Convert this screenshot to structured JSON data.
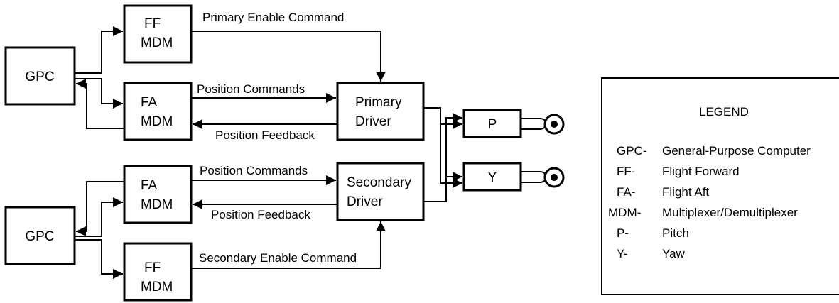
{
  "blocks": {
    "gpc_top": "GPC",
    "gpc_bottom": "GPC",
    "ff_mdm_top": [
      "FF",
      "MDM"
    ],
    "fa_mdm_top": [
      "FA",
      "MDM"
    ],
    "fa_mdm_bottom": [
      "FA",
      "MDM"
    ],
    "ff_mdm_bottom": [
      "FF",
      "MDM"
    ],
    "primary_driver": [
      "Primary",
      "Driver"
    ],
    "secondary_driver": [
      "Secondary",
      "Driver"
    ],
    "actuator_p": "P",
    "actuator_y": "Y"
  },
  "signals": {
    "primary_enable": "Primary Enable Command",
    "position_commands_top": "Position Commands",
    "position_feedback_top": "Position Feedback",
    "position_commands_bottom": "Position Commands",
    "position_feedback_bottom": "Position Feedback",
    "secondary_enable": "Secondary Enable Command"
  },
  "legend": {
    "title": "LEGEND",
    "items": [
      {
        "abbr": "GPC-",
        "meaning": "General-Purpose Computer"
      },
      {
        "abbr": "FF-",
        "meaning": "Flight Forward"
      },
      {
        "abbr": "FA-",
        "meaning": "Flight Aft"
      },
      {
        "abbr": "MDM-",
        "meaning": "Multiplexer/Demultiplexer"
      },
      {
        "abbr": "P-",
        "meaning": "Pitch"
      },
      {
        "abbr": "Y-",
        "meaning": "Yaw"
      }
    ]
  }
}
